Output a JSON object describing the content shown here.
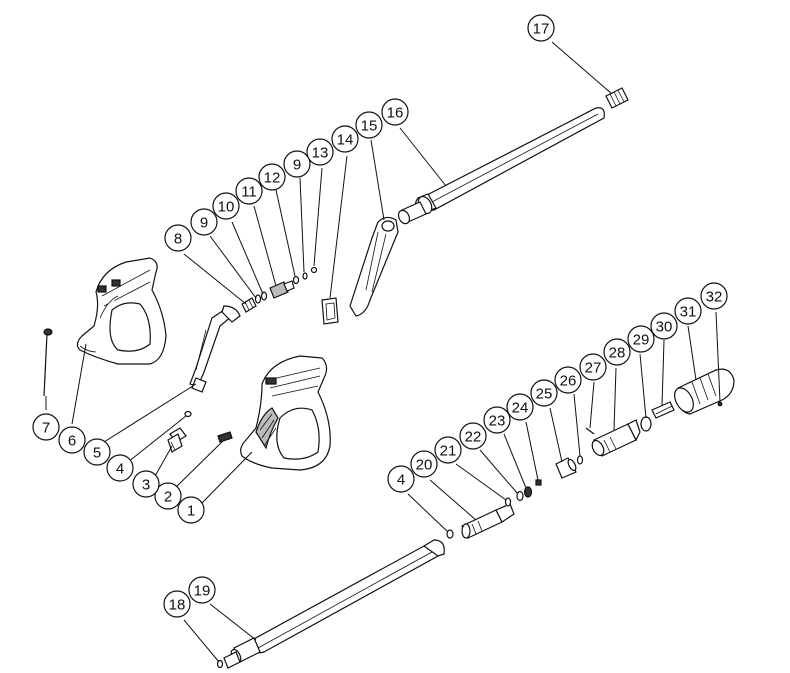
{
  "diagram": {
    "callouts": [
      {
        "id": "callout-1",
        "label": "1"
      },
      {
        "id": "callout-2",
        "label": "2"
      },
      {
        "id": "callout-3",
        "label": "3"
      },
      {
        "id": "callout-4a",
        "label": "4"
      },
      {
        "id": "callout-4b",
        "label": "4"
      },
      {
        "id": "callout-5",
        "label": "5"
      },
      {
        "id": "callout-6",
        "label": "6"
      },
      {
        "id": "callout-7",
        "label": "7"
      },
      {
        "id": "callout-8",
        "label": "8"
      },
      {
        "id": "callout-9a",
        "label": "9"
      },
      {
        "id": "callout-9b",
        "label": "9"
      },
      {
        "id": "callout-10",
        "label": "10"
      },
      {
        "id": "callout-11",
        "label": "11"
      },
      {
        "id": "callout-12",
        "label": "12"
      },
      {
        "id": "callout-13",
        "label": "13"
      },
      {
        "id": "callout-14",
        "label": "14"
      },
      {
        "id": "callout-15",
        "label": "15"
      },
      {
        "id": "callout-16",
        "label": "16"
      },
      {
        "id": "callout-17",
        "label": "17"
      },
      {
        "id": "callout-18",
        "label": "18"
      },
      {
        "id": "callout-19",
        "label": "19"
      },
      {
        "id": "callout-20",
        "label": "20"
      },
      {
        "id": "callout-21",
        "label": "21"
      },
      {
        "id": "callout-22",
        "label": "22"
      },
      {
        "id": "callout-23",
        "label": "23"
      },
      {
        "id": "callout-24",
        "label": "24"
      },
      {
        "id": "callout-25",
        "label": "25"
      },
      {
        "id": "callout-26",
        "label": "26"
      },
      {
        "id": "callout-27",
        "label": "27"
      },
      {
        "id": "callout-28",
        "label": "28"
      },
      {
        "id": "callout-29",
        "label": "29"
      },
      {
        "id": "callout-30",
        "label": "30"
      },
      {
        "id": "callout-31",
        "label": "31"
      },
      {
        "id": "callout-32",
        "label": "32"
      }
    ],
    "colors": {
      "line": "#111111",
      "background": "#ffffff",
      "highlight_ring": "#e8d200"
    }
  }
}
